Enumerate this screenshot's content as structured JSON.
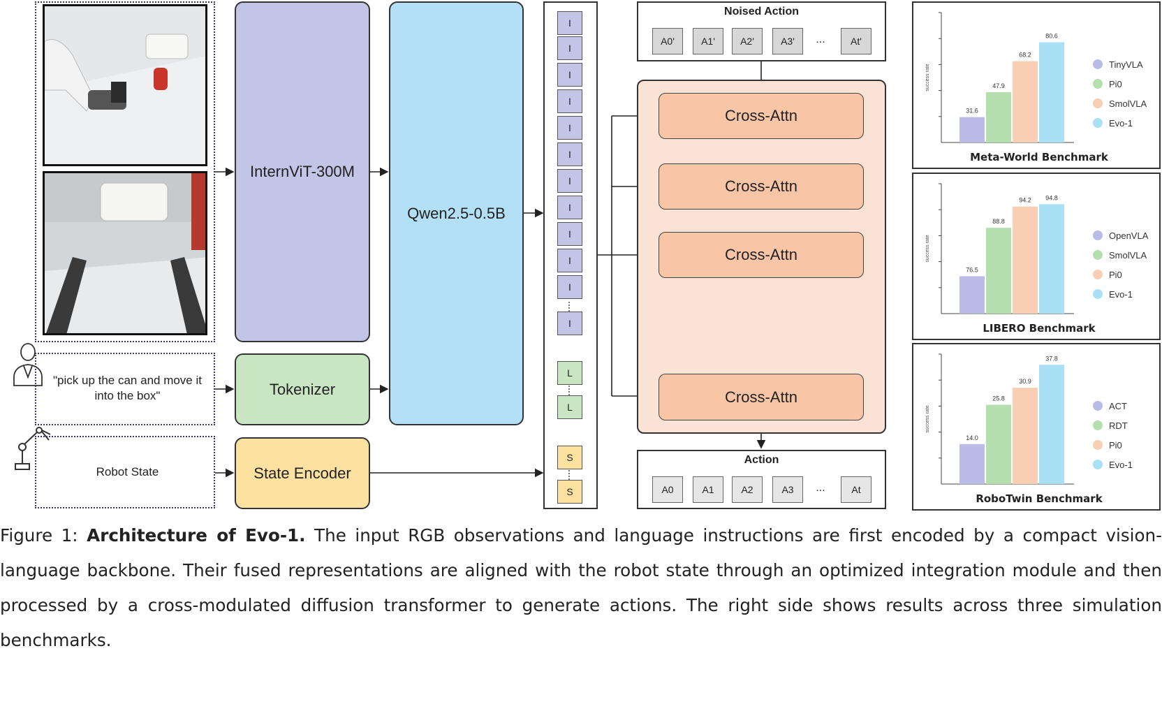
{
  "inputs": {
    "instruction_text": "\"pick up the can and move it into the box\"",
    "robot_state_label": "Robot State"
  },
  "modules": {
    "vit": "InternViT-300M",
    "llm": "Qwen2.5-0.5B",
    "tokenizer": "Tokenizer",
    "state_encoder": "State Encoder"
  },
  "tokens": {
    "image_token": "I",
    "language_token": "L",
    "state_token": "S"
  },
  "noised_action": {
    "title": "Noised Action",
    "items": [
      "A0'",
      "A1'",
      "A2'",
      "A3'",
      "...",
      "At'"
    ]
  },
  "cross_attn_label": "Cross-Attn",
  "action": {
    "title": "Action",
    "items": [
      "A0",
      "A1",
      "A2",
      "A3",
      "...",
      "At"
    ]
  },
  "colors": {
    "vit": "#c3c5e6",
    "llm": "#b3e0f7",
    "tokenizer": "#c9e6c3",
    "state_encoder": "#fde1a0",
    "cross_attn": "#f8c6a6",
    "dit_bg": "#fae2d4",
    "series": [
      "#b9bce6",
      "#b6dfb0",
      "#f8cfb2",
      "#a9e0f6"
    ]
  },
  "chart_data": [
    {
      "type": "bar",
      "title": "Meta-World Benchmark",
      "ylabel": "success rate",
      "categories": [
        "TinyVLA",
        "Pi0",
        "SmolVLA",
        "Evo-1"
      ],
      "values": [
        31.6,
        47.9,
        68.2,
        80.6
      ],
      "ylim": [
        15,
        100
      ],
      "legend": "right"
    },
    {
      "type": "bar",
      "title": "LIBERO Benchmark",
      "ylabel": "success rate",
      "categories": [
        "OpenVLA",
        "SmolVLA",
        "Pi0",
        "Evo-1"
      ],
      "values": [
        76.5,
        88.8,
        94.2,
        94.8
      ],
      "ylim": [
        67,
        100
      ],
      "legend": "right"
    },
    {
      "type": "bar",
      "title": "RoboTwin Benchmark",
      "ylabel": "success rate",
      "categories": [
        "ACT",
        "RDT",
        "Pi0",
        "Evo-1"
      ],
      "values": [
        14.0,
        25.8,
        30.9,
        37.8
      ],
      "ylim": [
        2,
        41
      ],
      "legend": "right"
    }
  ],
  "caption": {
    "label": "Figure 1:",
    "bold": "Architecture of Evo-1.",
    "text": "The input RGB observations and language instructions are first encoded by a compact vision-language backbone. Their fused representations are aligned with the robot state through an optimized integration module and then processed by a cross-modulated diffusion transformer to generate actions. The right side shows results across three simulation benchmarks."
  }
}
